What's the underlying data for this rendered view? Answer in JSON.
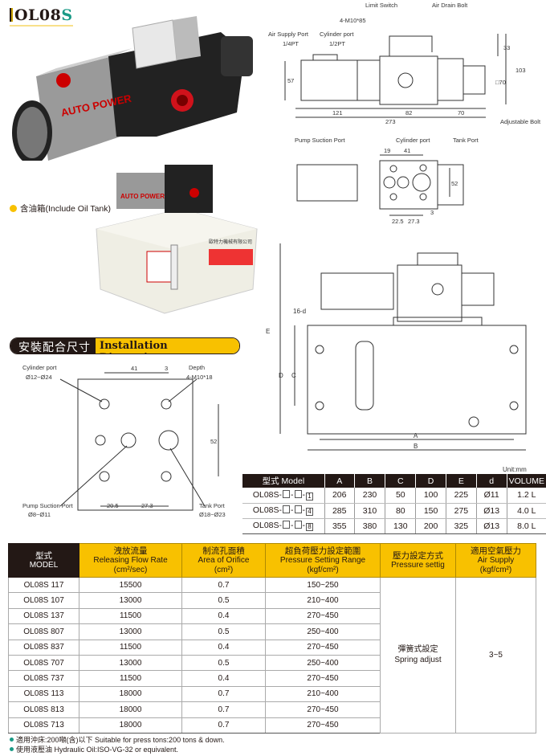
{
  "header": {
    "title_main": "OL08",
    "title_suffix": "S"
  },
  "photos": {
    "brand_label": "AUTO POWER",
    "tank_company": "歐特力機械有限公司"
  },
  "oil_tank_note": "含油箱(Include Oil Tank)",
  "section": {
    "zh": "安裝配合尺寸",
    "en": "Installation Dimensions"
  },
  "side_view": {
    "limit_switch": "Limit Switch",
    "air_drain_bolt": "Air Drain Bolt",
    "bolt_spec": "4-M10*85",
    "air_supply_port": "Air Supply Port",
    "air_supply_size": "1/4PT",
    "cylinder_port": "Cylinder port",
    "cylinder_size": "1/2PT",
    "dim_57": "57",
    "dim_33": "33",
    "dim_103": "103",
    "dim_70sq": "□70",
    "dim_121": "121",
    "dim_82": "82",
    "dim_70": "70",
    "dim_273": "273",
    "adjustable_bolt": "Adjustable Bolt"
  },
  "top_view": {
    "pump_suction_port": "Pump Suction Port",
    "cylinder_port": "Cylinder port",
    "tank_port": "Tank Port",
    "dim_19": "19",
    "dim_41": "41",
    "dim_52": "52",
    "dim_3": "3",
    "dim_22_5": "22.5",
    "dim_27_3": "27.3"
  },
  "mount_view": {
    "cylinder_port": "Cylinder port",
    "cylinder_range": "Ø12~Ø24",
    "depth": "Depth",
    "depth_spec": "4-M10*18",
    "dim_41": "41",
    "dim_3": "3",
    "dim_52": "52",
    "dim_20_5": "20.5",
    "dim_27_3": "27.3",
    "pump_suction_port": "Pump Suction Port",
    "pump_range": "Ø8~Ø11",
    "tank_port": "Tank Port",
    "tank_range": "Ø18~Ø23"
  },
  "tank_view": {
    "hole": "16-d",
    "A": "A",
    "B": "B",
    "C": "C",
    "D": "D",
    "E": "E"
  },
  "dim_table": {
    "unit": "Unit:mm",
    "headers": [
      "型式 Model",
      "A",
      "B",
      "C",
      "D",
      "E",
      "d",
      "VOLUME"
    ],
    "model_prefix": "OL08S-",
    "rows": [
      {
        "suffix": "1",
        "A": "206",
        "B": "230",
        "C": "50",
        "D": "100",
        "E": "225",
        "d": "Ø11",
        "volume": "1.2 L"
      },
      {
        "suffix": "4",
        "A": "285",
        "B": "310",
        "C": "80",
        "D": "150",
        "E": "275",
        "d": "Ø13",
        "volume": "4.0 L"
      },
      {
        "suffix": "8",
        "A": "355",
        "B": "380",
        "C": "130",
        "D": "200",
        "E": "325",
        "d": "Ø13",
        "volume": "8.0 L"
      }
    ]
  },
  "spec_table": {
    "headers": [
      {
        "zh": "型式",
        "en": "MODEL",
        "unit": ""
      },
      {
        "zh": "洩放流量",
        "en": "Releasing Flow Rate",
        "unit": "(cm²/sec)"
      },
      {
        "zh": "制流孔面積",
        "en": "Area of Orifice",
        "unit": "(cm²)"
      },
      {
        "zh": "超負荷壓力設定範圍",
        "en": "Pressure Setting Range",
        "unit": "(kgf/cm²)"
      },
      {
        "zh": "壓力設定方式",
        "en": "Pressure settig",
        "unit": ""
      },
      {
        "zh": "適用空氣壓力",
        "en": "Air Supply",
        "unit": "(kgf/cm²)"
      }
    ],
    "rows": [
      {
        "model": "OL08S 117",
        "flow": "15500",
        "orifice": "0.7",
        "range": "150~250"
      },
      {
        "model": "OL08S 107",
        "flow": "13000",
        "orifice": "0.5",
        "range": "210~400"
      },
      {
        "model": "OL08S 137",
        "flow": "11500",
        "orifice": "0.4",
        "range": "270~450"
      },
      {
        "model": "OL08S 807",
        "flow": "13000",
        "orifice": "0.5",
        "range": "250~400"
      },
      {
        "model": "OL08S 837",
        "flow": "11500",
        "orifice": "0.4",
        "range": "270~450"
      },
      {
        "model": "OL08S 707",
        "flow": "13000",
        "orifice": "0.5",
        "range": "250~400"
      },
      {
        "model": "OL08S 737",
        "flow": "11500",
        "orifice": "0.4",
        "range": "270~450"
      },
      {
        "model": "OL08S 113",
        "flow": "18000",
        "orifice": "0.7",
        "range": "210~400"
      },
      {
        "model": "OL08S 813",
        "flow": "18000",
        "orifice": "0.7",
        "range": "270~450"
      },
      {
        "model": "OL08S 713",
        "flow": "18000",
        "orifice": "0.7",
        "range": "270~450"
      }
    ],
    "pressure_method_zh": "彈簧式設定",
    "pressure_method_en": "Spring adjust",
    "air_supply": "3~5"
  },
  "notes": [
    "適用沖床:200噸(含)以下 Suitable for press tons:200 tons & down.",
    "使用液壓油 Hydraulic Oil:ISO-VG-32 or equivalent."
  ],
  "colors": {
    "accent": "#f8c100",
    "dark": "#231815",
    "teal": "#1a9a86"
  }
}
